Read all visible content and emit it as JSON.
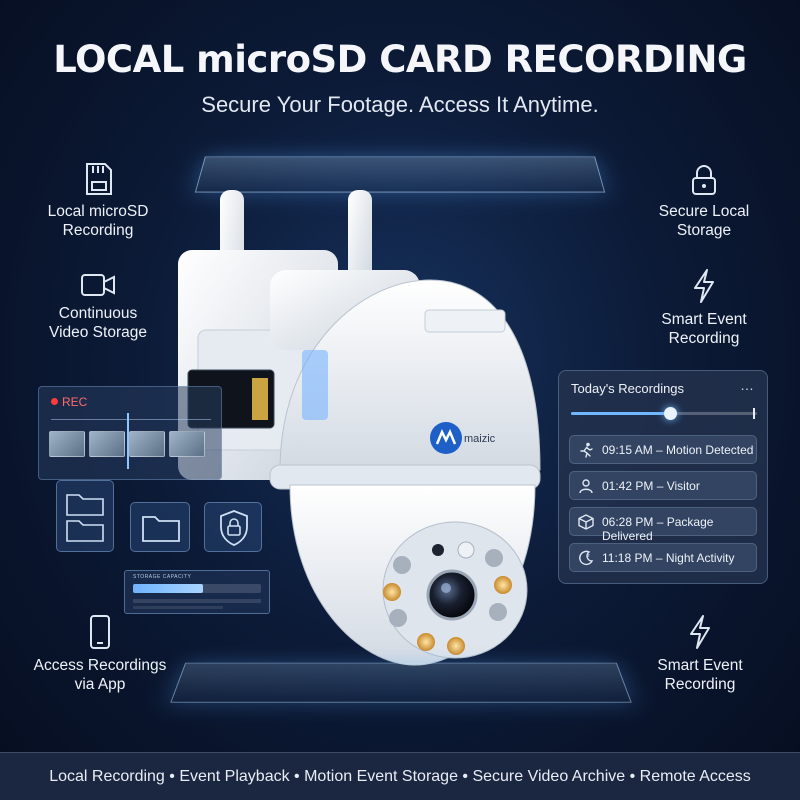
{
  "header": {
    "title": "LOCAL microSD CARD RECORDING",
    "subtitle": "Secure Your Footage. Access It Anytime."
  },
  "features": {
    "local_recording": "Local microSD\nRecording",
    "continuous_storage": "Continuous\nVideo Storage",
    "access_app": "Access Recordings\nvia App",
    "secure_storage": "Secure Local\nStorage",
    "smart_event_top": "Smart Event\nRecording",
    "smart_event_bottom": "Smart Event\nRecording"
  },
  "icons": {
    "sd": "sd-card-icon",
    "camera": "video-camera-icon",
    "phone": "smartphone-icon",
    "lock": "padlock-icon",
    "bolt": "lightning-bolt-icon"
  },
  "camera": {
    "brand": "maizic"
  },
  "rec_panel": {
    "label": "REC"
  },
  "storage": {
    "label": "STORAGE CAPACITY",
    "fill": 0.55
  },
  "recordings": {
    "title": "Today's Recordings",
    "menu": "…",
    "progress": 0.53,
    "items": [
      {
        "time": "09:15 AM",
        "event": "Motion Detected",
        "icon": "running-person-icon"
      },
      {
        "time": "01:42 PM",
        "event": "Visitor",
        "icon": "person-icon"
      },
      {
        "time": "06:28 PM",
        "event": "Package Delivered",
        "icon": "package-icon"
      },
      {
        "time": "11:18 PM",
        "event": "Night Activity",
        "icon": "moon-icon"
      }
    ]
  },
  "footer": {
    "text": "Local Recording • Event Playback • Motion Event Storage • Secure Video Archive • Remote Access"
  },
  "colors": {
    "background": "#0c1b38",
    "accent_blue": "#6fb8ff",
    "rec_red": "#ff3b3b",
    "footer_bg": "#1b2740"
  }
}
